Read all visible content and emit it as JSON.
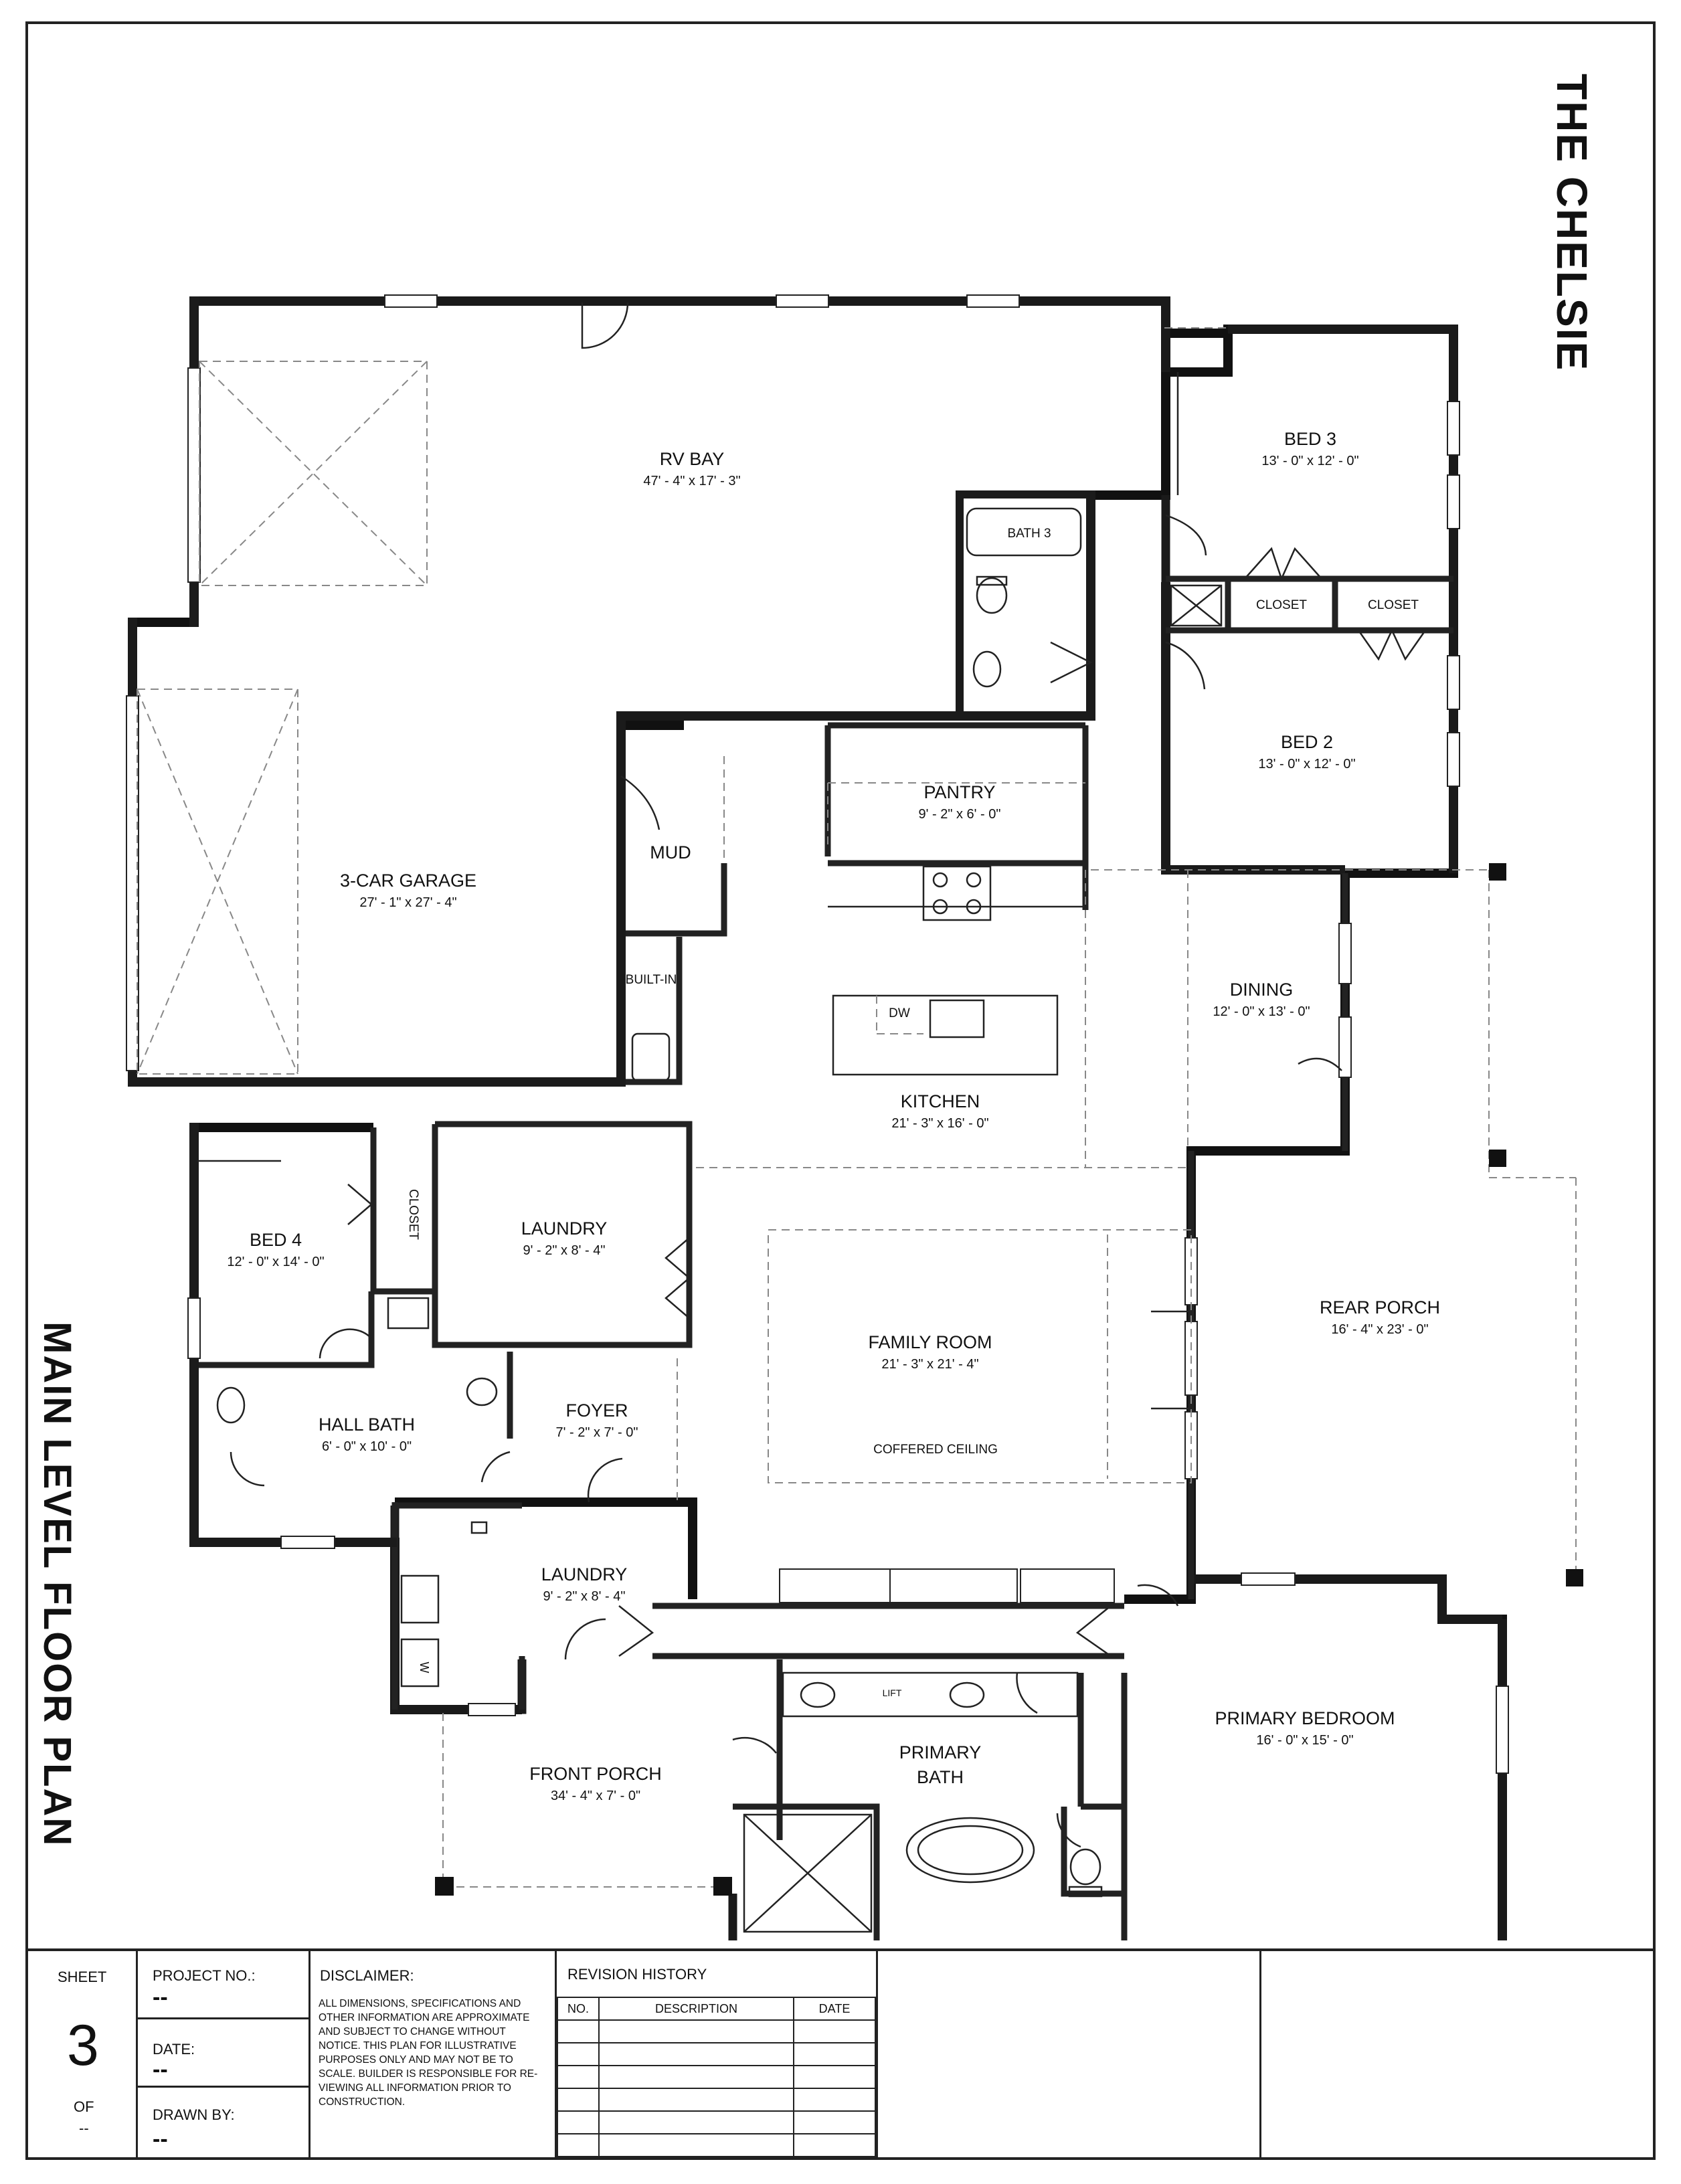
{
  "plan_name": "THE CHELSIE",
  "sheet_title": "MAIN LEVEL FLOOR PLAN",
  "rooms": {
    "rv_bay": {
      "name": "RV BAY",
      "dim": "47' - 4\" x 17' - 3\""
    },
    "garage": {
      "name": "3-CAR GARAGE",
      "dim": "27' - 1\" x 27' - 4\""
    },
    "bed3": {
      "name": "BED 3",
      "dim": "13' - 0\" x 12' - 0\""
    },
    "bath3": {
      "name": "BATH 3"
    },
    "closet_a": {
      "name": "CLOSET"
    },
    "closet_b": {
      "name": "CLOSET"
    },
    "bed2": {
      "name": "BED 2",
      "dim": "13' - 0\" x 12' - 0\""
    },
    "pantry": {
      "name": "PANTRY",
      "dim": "9' - 2\" x 6' - 0\""
    },
    "mud": {
      "name": "MUD"
    },
    "builtin": {
      "name": "BUILT-IN"
    },
    "dw": {
      "name": "DW"
    },
    "kitchen": {
      "name": "KITCHEN",
      "dim": "21' - 3\" x 16' - 0\""
    },
    "dining": {
      "name": "DINING",
      "dim": "12' - 0\" x 13' - 0\""
    },
    "bed4": {
      "name": "BED 4",
      "dim": "12' - 0\" x 14' - 0\""
    },
    "closet_c": {
      "name": "CLOSET"
    },
    "laundry1": {
      "name": "LAUNDRY",
      "dim": "9' - 2\" x 8' - 4\""
    },
    "family": {
      "name": "FAMILY ROOM",
      "dim": "21' - 3\" x 21' - 4\"",
      "note": "COFFERED CEILING"
    },
    "rear_porch": {
      "name": "REAR PORCH",
      "dim": "16' - 4\" x 23' - 0\""
    },
    "hall_bath": {
      "name": "HALL BATH",
      "dim": "6' - 0\" x 10' - 0\""
    },
    "foyer": {
      "name": "FOYER",
      "dim": "7' - 2\" x 7' - 0\""
    },
    "laundry2": {
      "name": "LAUNDRY",
      "dim": "9' - 2\" x 8' - 4\""
    },
    "front_porch": {
      "name": "FRONT PORCH",
      "dim": "34' - 4\" x 7' - 0\""
    },
    "primary_bath": {
      "name": "PRIMARY",
      "name2": "BATH"
    },
    "primary_bed": {
      "name": "PRIMARY BEDROOM",
      "dim": "16' - 0\" x 15' - 0\""
    },
    "lift_tag": {
      "name": "LIFT"
    },
    "washer_tag": {
      "name": "W"
    }
  },
  "title_block": {
    "sheet_label": "SHEET",
    "sheet_number": "3",
    "of_label": "OF",
    "of_value": "--",
    "project_label": "PROJECT NO.:",
    "project_value": "--",
    "date_label": "DATE:",
    "date_value": "--",
    "drawn_label": "DRAWN BY:",
    "drawn_value": "--",
    "disclaimer_label": "DISCLAIMER:",
    "disclaimer_text": "ALL DIMENSIONS, SPECIFICATIONS AND OTHER INFORMATION ARE APPROXIMATE AND SUBJECT TO CHANGE WITHOUT NOTICE. THIS PLAN FOR ILLUSTRATIVE PURPOSES ONLY AND MAY NOT BE TO SCALE. BUILDER IS RESPONSIBLE FOR RE-VIEWING ALL INFORMATION PRIOR TO CONSTRUCTION.",
    "revision_label": "REVISION HISTORY",
    "rev_headers": [
      "NO.",
      "DESCRIPTION",
      "DATE"
    ]
  }
}
